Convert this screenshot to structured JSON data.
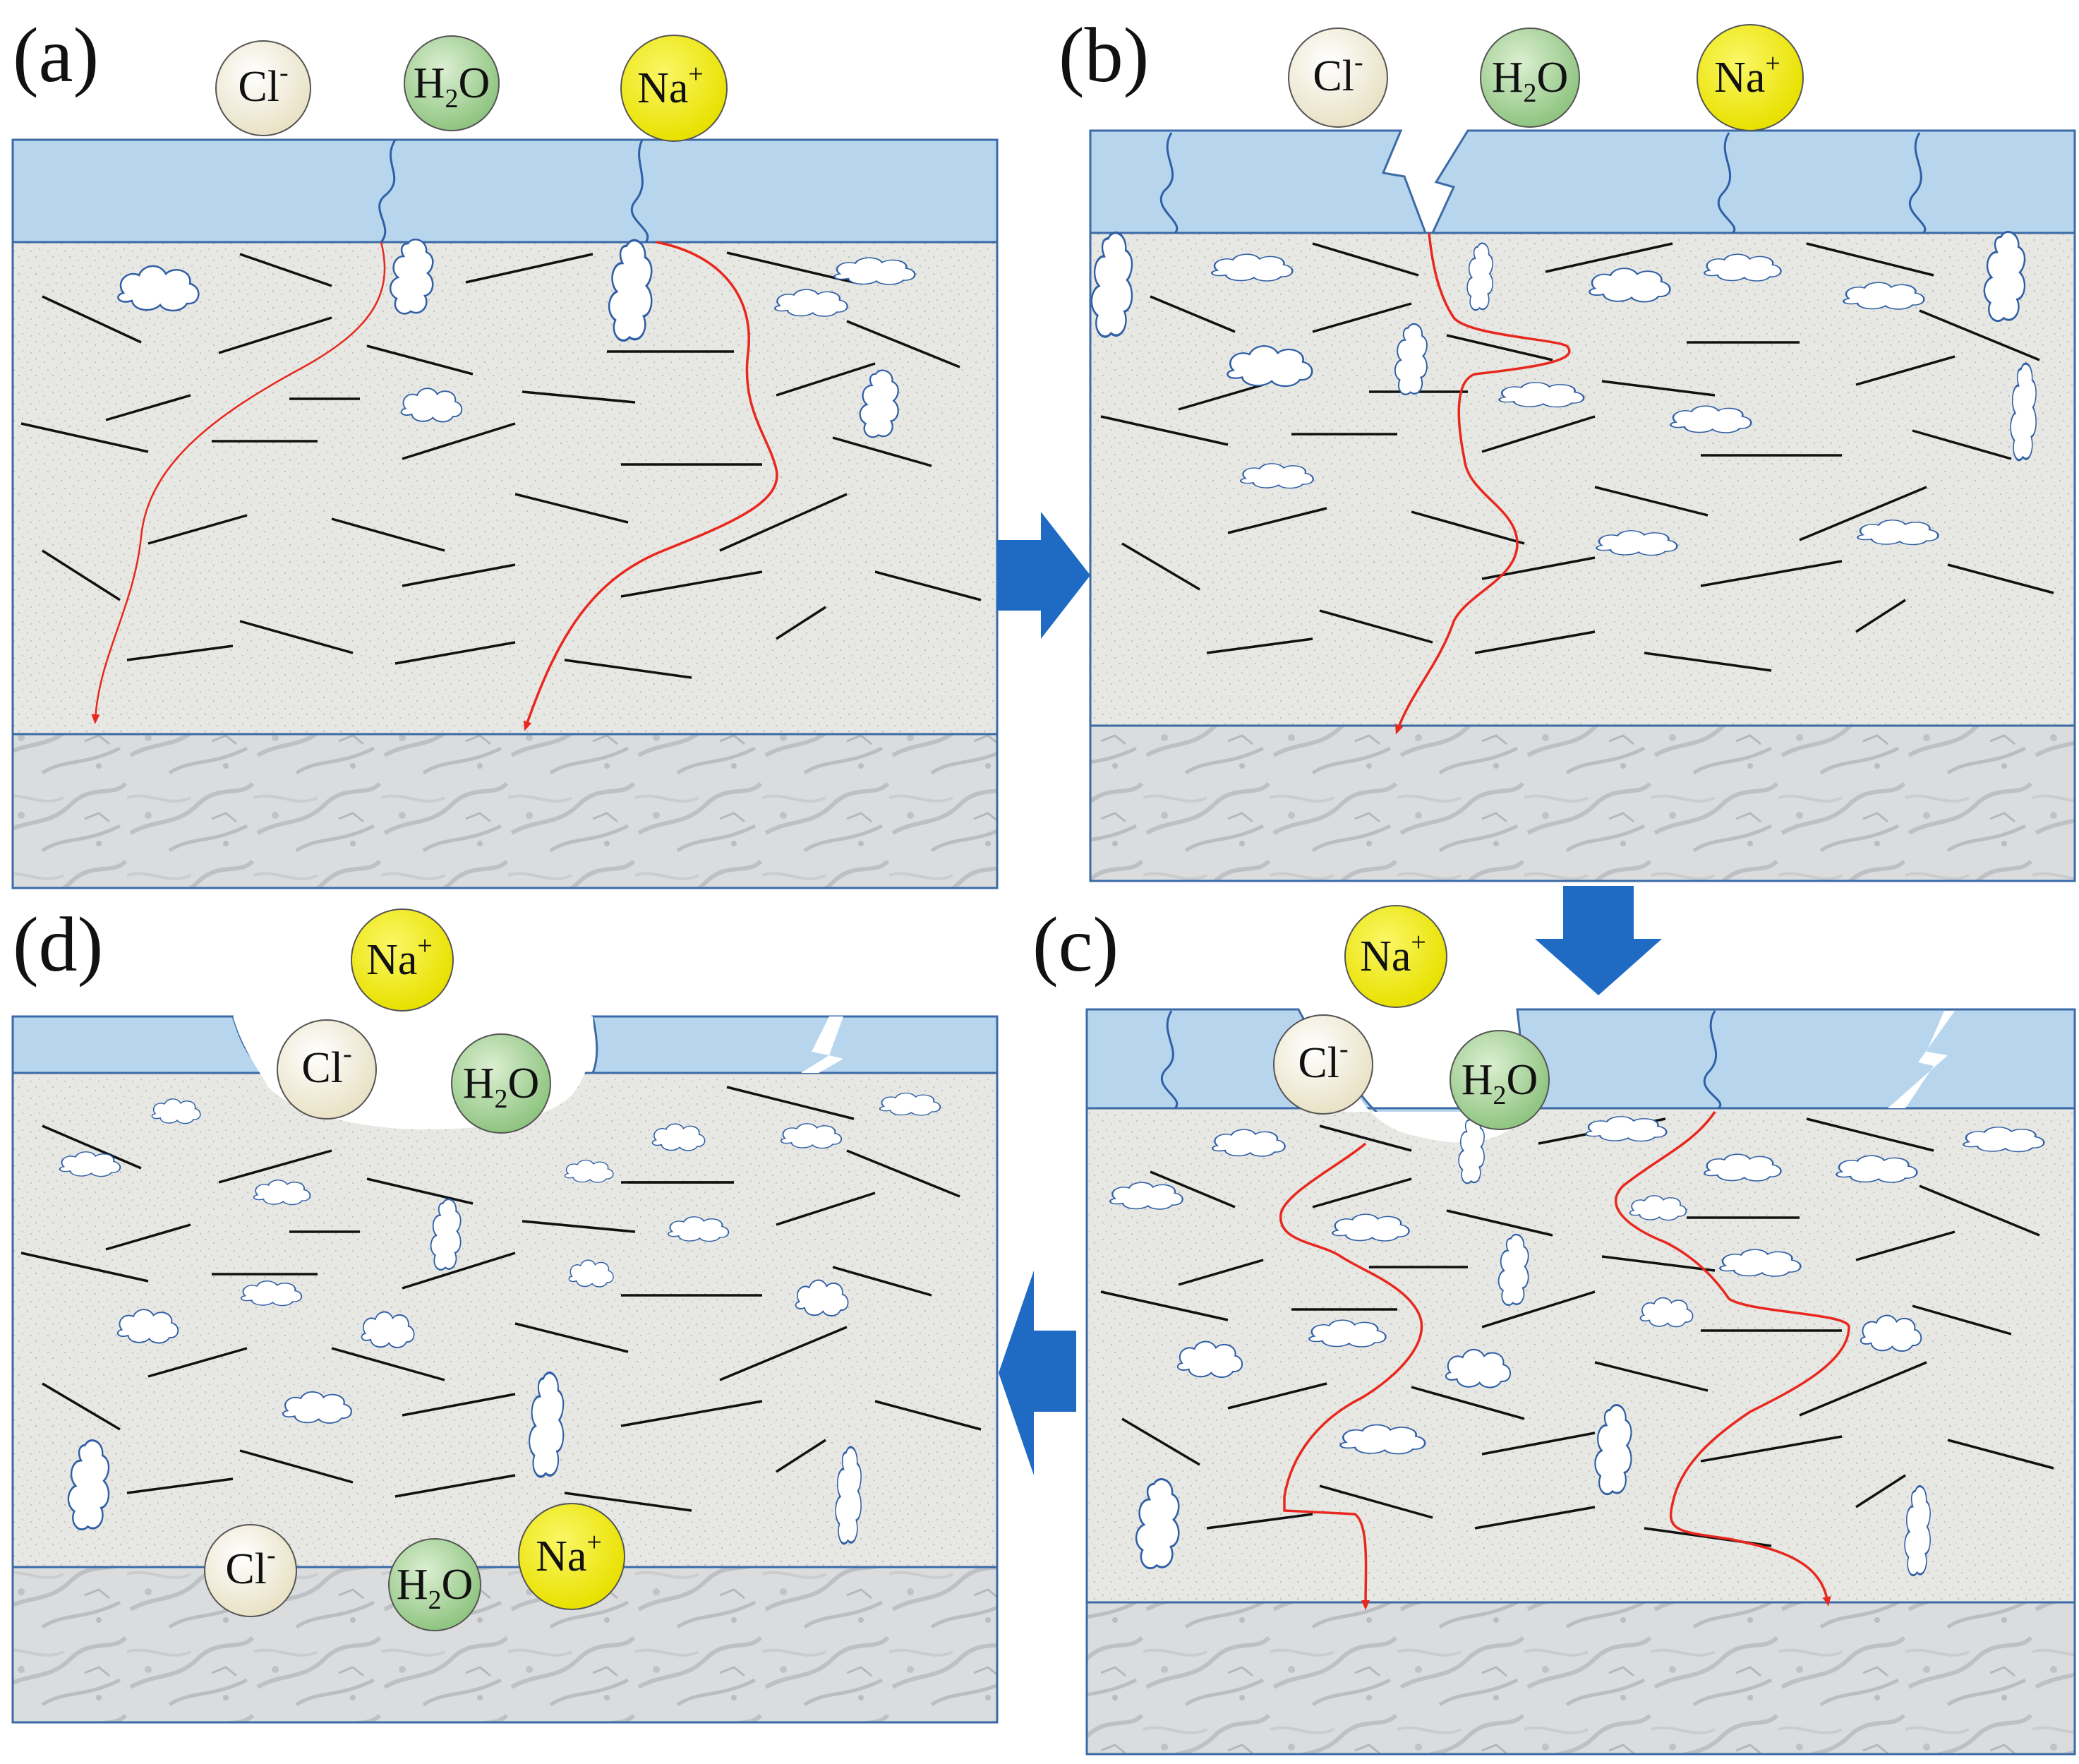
{
  "panels": [
    {
      "id": "a",
      "label": "(a)"
    },
    {
      "id": "b",
      "label": "(b)"
    },
    {
      "id": "c",
      "label": "(c)"
    },
    {
      "id": "d",
      "label": "(d)"
    }
  ],
  "ions": {
    "chloride": {
      "base": "Cl",
      "sup": "-",
      "color": "#f6f1dc"
    },
    "water": {
      "base1": "H",
      "sub": "2",
      "base2": "O",
      "color": "#b4d9a7"
    },
    "sodium": {
      "base": "Na",
      "sup": "+",
      "color": "#f4ef0a"
    }
  },
  "colors": {
    "coating": "#b7d6ee",
    "coating_edge": "#3b6aa6",
    "concrete": "#e6e6e2",
    "substrate": "#d6d8da",
    "arrow": "#1f6bc4",
    "path": "#e8281e",
    "fiber": "#111111"
  }
}
